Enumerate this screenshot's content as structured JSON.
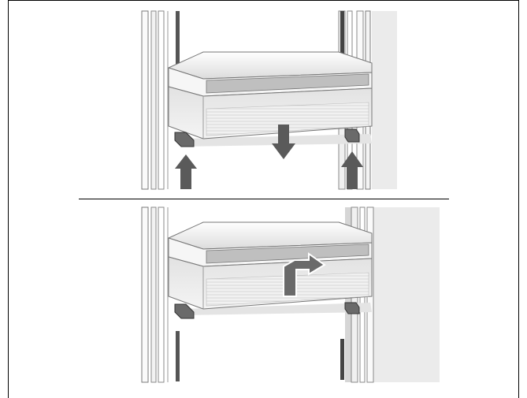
{
  "figure": {
    "panels": [
      {
        "id": "top",
        "action": "remove",
        "arrows": [
          "up-left",
          "down-center",
          "up-right"
        ]
      },
      {
        "id": "bottom",
        "action": "insert",
        "arrows": [
          "up-forward"
        ]
      }
    ],
    "colors": {
      "frame": "#000000",
      "panel_light": "#e9e9e9",
      "wall_shadow": "#c8c8c8",
      "tray_front": "#ececec",
      "tray_rim": "#f3f3f3",
      "arrow": "#5a5a5a",
      "rail": "#7a7a7a"
    }
  }
}
